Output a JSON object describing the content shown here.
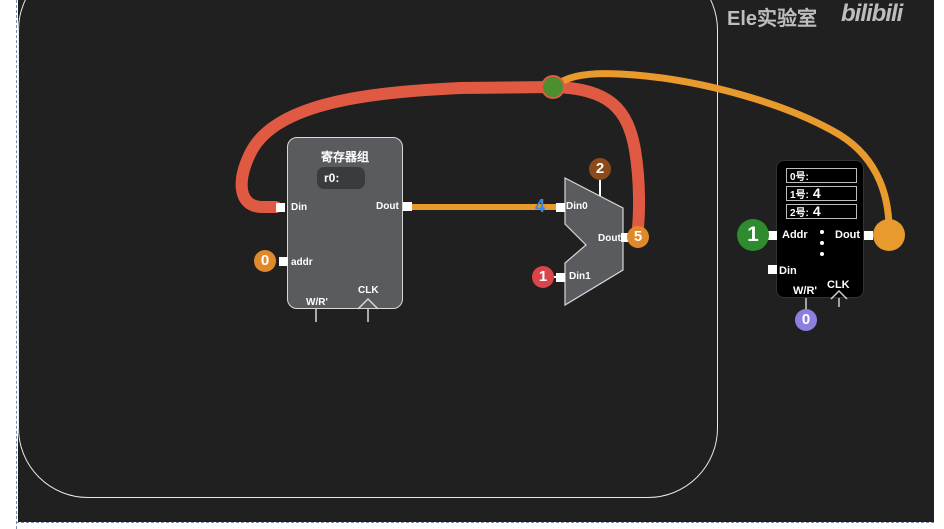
{
  "watermark": {
    "lab": "Ele实验室",
    "brand": "bilibili"
  },
  "register_file": {
    "title": "寄存器组",
    "r0_label": "r0:",
    "din": "Din",
    "dout": "Dout",
    "addr": "addr",
    "wr": "W/R'",
    "clk": "CLK",
    "addr_value": "0"
  },
  "mux": {
    "din0": "Din0",
    "din1": "Din1",
    "dout": "Dout",
    "select_value": "2",
    "din0_value": "4",
    "din1_value": "1",
    "dout_value": "5"
  },
  "memory": {
    "rows": [
      {
        "label": "0号:",
        "value": ""
      },
      {
        "label": "1号:",
        "value": "4"
      },
      {
        "label": "2号:",
        "value": "4"
      }
    ],
    "addr": "Addr",
    "dout": "Dout",
    "din": "Din",
    "wr": "W/R'",
    "clk": "CLK",
    "addr_value": "1",
    "wr_value": "0"
  },
  "colors": {
    "wire_red": "#e05a43",
    "wire_orange": "#e89a2c",
    "junction_green": "#4c8f2c",
    "badge_orange": "#e0892a",
    "badge_brown": "#8a4a1a",
    "badge_red": "#d9454a",
    "badge_green": "#2e8b2e",
    "badge_purple": "#8b7fe0"
  }
}
